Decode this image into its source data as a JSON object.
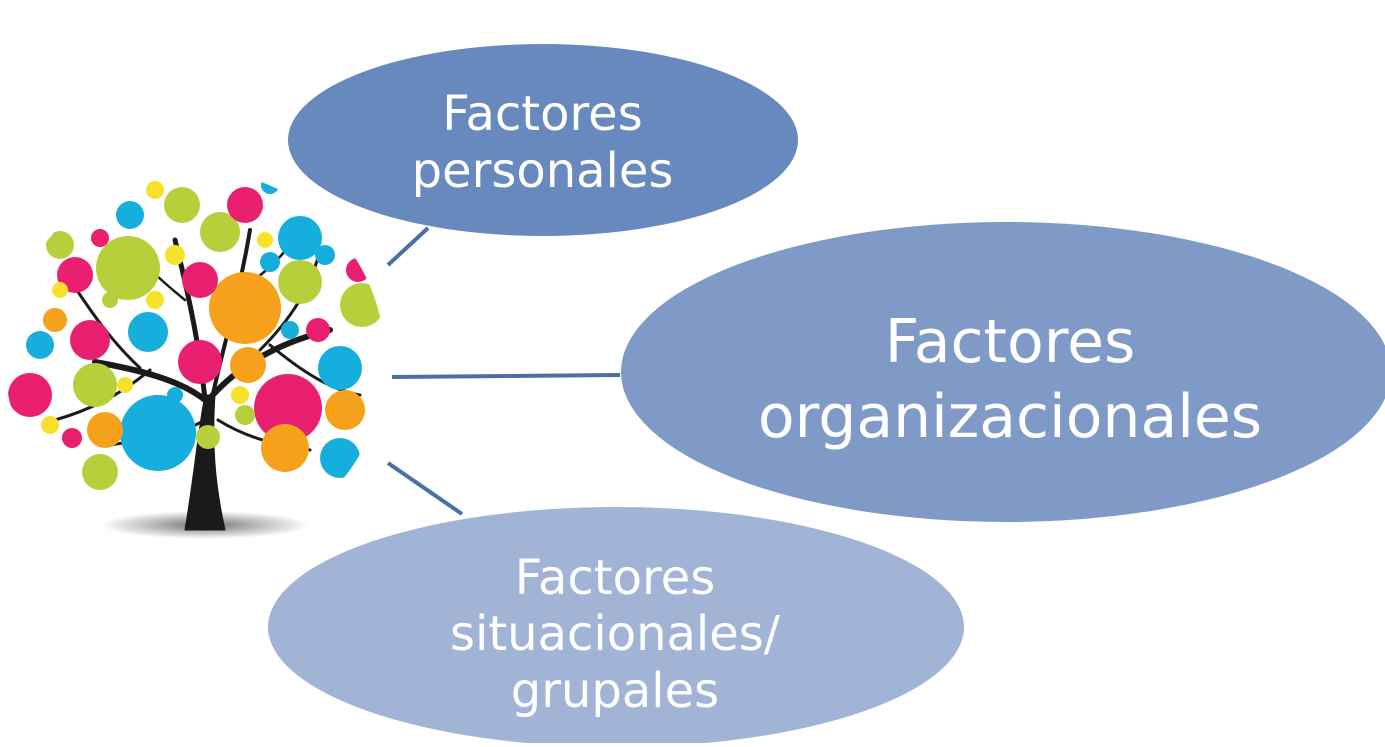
{
  "diagram": {
    "center_image": "tree-illustration",
    "nodes": [
      {
        "id": "personales",
        "lines": [
          "Factores",
          "personales"
        ],
        "color": "#6789bd"
      },
      {
        "id": "organizacionales",
        "lines": [
          "Factores",
          "organizacionales"
        ],
        "color": "#7f9ac7"
      },
      {
        "id": "situacionales",
        "lines": [
          "Factores",
          "situacionales/",
          "grupales"
        ],
        "color": "#a1b4d6"
      }
    ],
    "connector_color": "#4a6fa5",
    "tree_colors": {
      "pink": "#e8206f",
      "lime": "#b8cf3c",
      "blue": "#16aedc",
      "orange": "#f5a11c",
      "yellow": "#f7e12a",
      "trunk": "#1a1a1a"
    }
  }
}
